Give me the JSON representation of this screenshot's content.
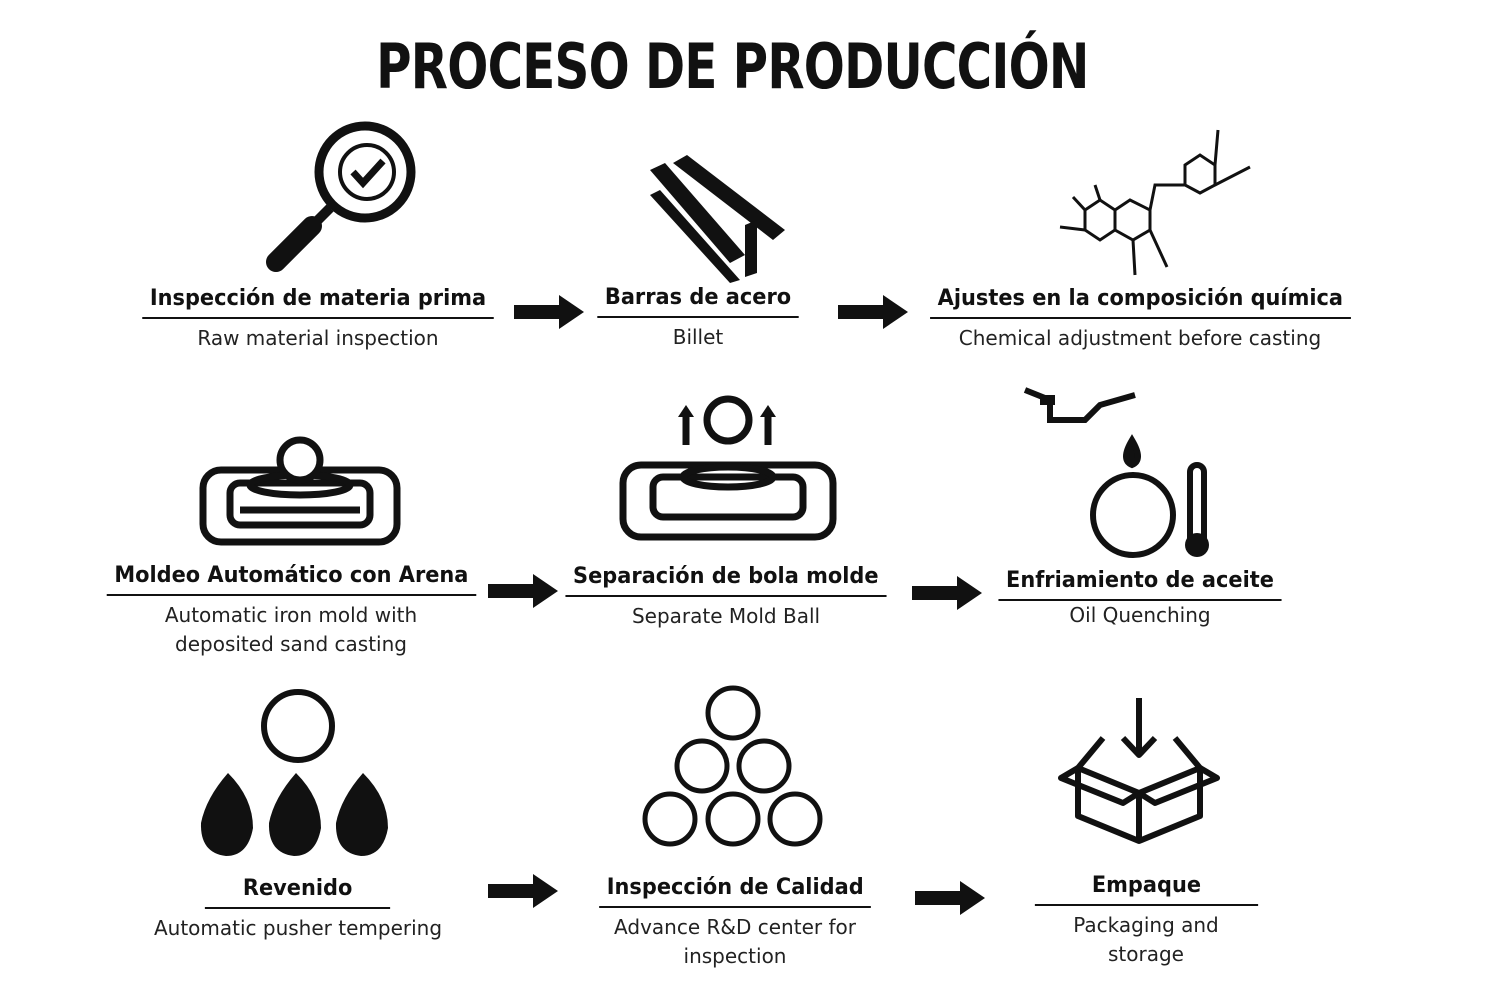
{
  "title": "PROCESO DE PRODUCCIÓN",
  "steps": [
    {
      "label": "Inspección de materia prima",
      "sub": "Raw material inspection",
      "icon": "magnifier-check-icon"
    },
    {
      "label": "Barras de acero",
      "sub": "Billet",
      "icon": "steel-bars-icon"
    },
    {
      "label": "Ajustes en la composición química",
      "sub": "Chemical adjustment before casting",
      "icon": "molecule-icon"
    },
    {
      "label": "Moldeo Automático con Arena",
      "sub": "Automatic iron mold with deposited sand casting",
      "icon": "mold-icon"
    },
    {
      "label": "Separación de bola molde",
      "sub": "Separate Mold Ball",
      "icon": "mold-separation-icon"
    },
    {
      "label": "Enfriamiento de aceite",
      "sub": "Oil Quenching",
      "icon": "oil-quench-icon"
    },
    {
      "label": "Revenido",
      "sub": "Automatic pusher tempering",
      "icon": "fire-ball-icon"
    },
    {
      "label": "Inspección de Calidad",
      "sub": "Advance R&D center for inspection",
      "icon": "ball-pyramid-icon"
    },
    {
      "label": "Empaque",
      "sub": "Packaging and storage",
      "icon": "box-icon"
    }
  ]
}
